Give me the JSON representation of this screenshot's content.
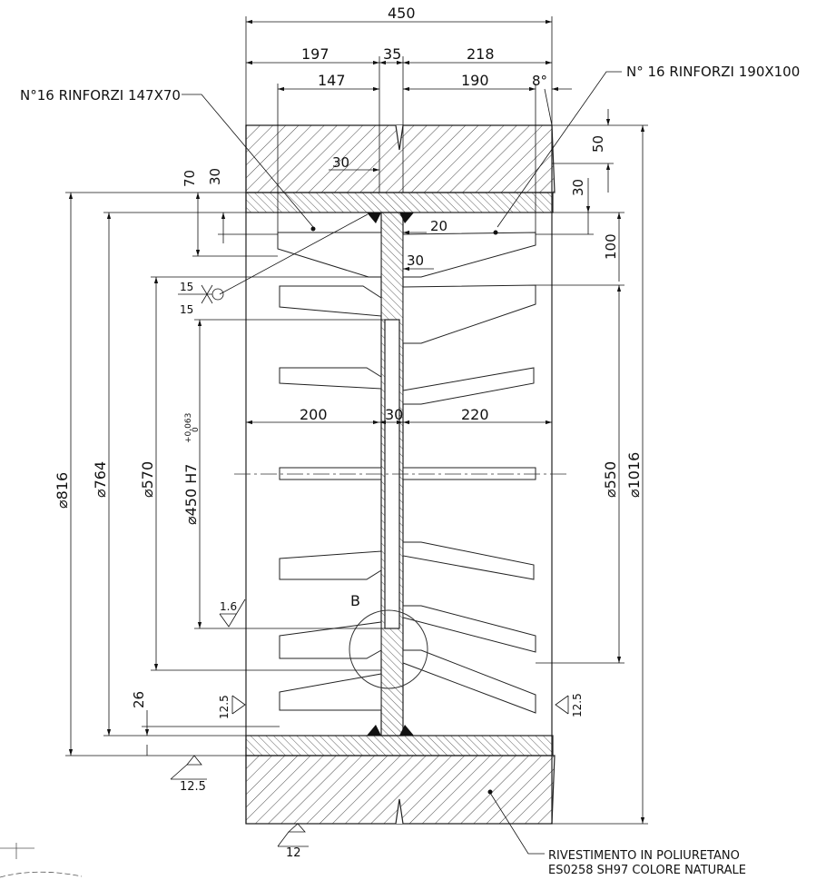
{
  "dimensions": {
    "overall_width": "450",
    "left_width": "197",
    "web_width": "35",
    "right_width": "218",
    "left_rib": "147",
    "right_rib": "190",
    "taper_angle": "8°",
    "tread_thickness": "50",
    "rim_left_70": "70",
    "rim_left_30": "30",
    "weld_30": "30",
    "rim_right_30": "30",
    "rib_height": "100",
    "weld_20": "20",
    "hub_30": "30",
    "hub_left": "200",
    "hub_web": "30",
    "hub_right": "220",
    "step_26": "26"
  },
  "diameters": {
    "d816": "⌀816",
    "d764": "⌀764",
    "d570": "⌀570",
    "d450": "⌀450 H7",
    "d450_tol_upper": "+0,063",
    "d450_tol_lower": "0",
    "d550": "⌀550",
    "d1016": "⌀1016"
  },
  "weld_symbol": {
    "top": "15",
    "bottom": "15"
  },
  "roughness": {
    "bore": "1.6",
    "left_face": "12.5",
    "right_face": "12.5",
    "rim_bottom": "12.5",
    "tread": "12"
  },
  "labels": {
    "left_ribs": "N°16 RINFORZI 147X70",
    "right_ribs": "N° 16 RINFORZI 190X100",
    "detail": "B",
    "coating_line1": "RIVESTIMENTO IN POLIURETANO",
    "coating_line2": "ES0258 SH97 COLORE NATURALE"
  }
}
